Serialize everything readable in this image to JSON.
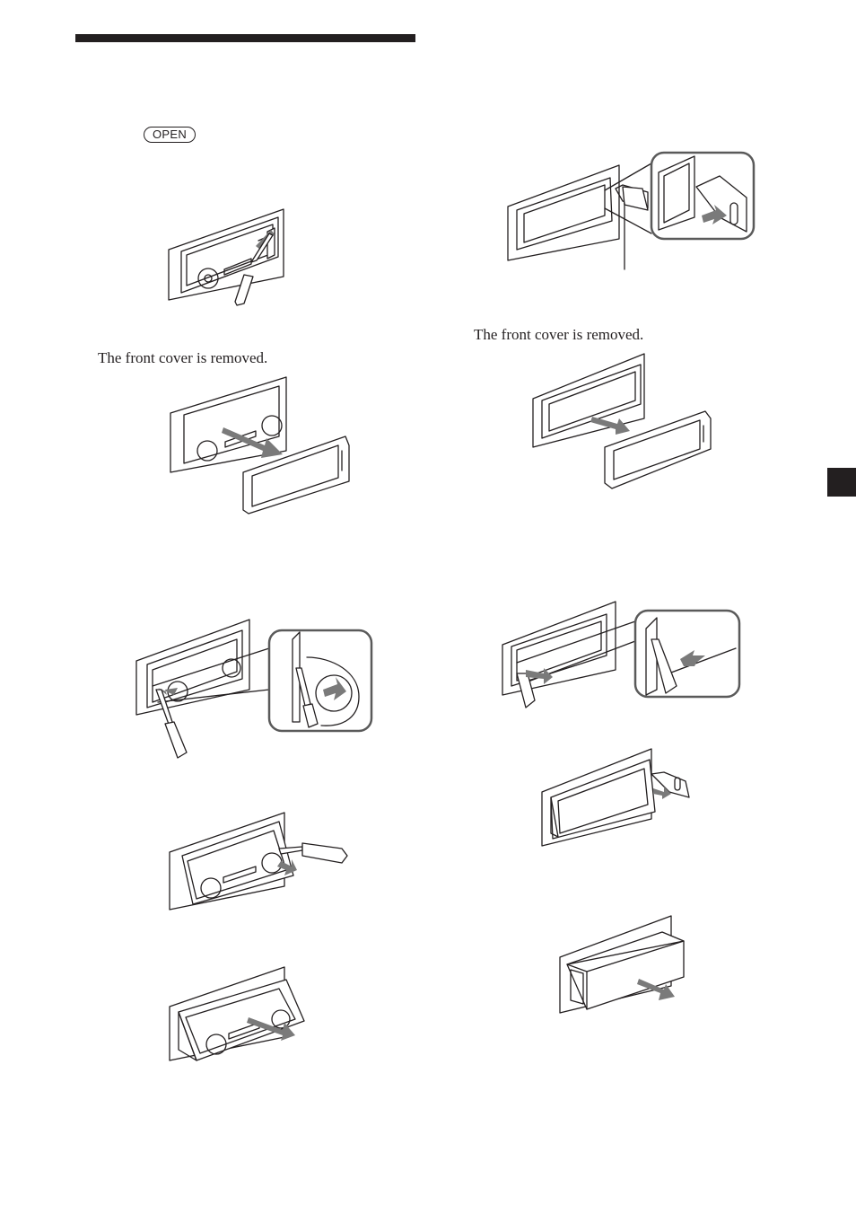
{
  "page": {
    "open_button_label": "OPEN",
    "captions": {
      "left_front_cover_removed": "The front cover is removed.",
      "right_front_cover_removed": "The front cover is removed."
    }
  },
  "colors": {
    "ink": "#231f20",
    "arrow_grey": "#7a7a7a",
    "callout_border": "#5a5a5a"
  },
  "icons": {
    "open_key": "rounded-rectangle-key",
    "arrow": "grey-block-arrow",
    "tool": "flat-blade-screwdriver",
    "release_key": "release-key-with-slot"
  }
}
